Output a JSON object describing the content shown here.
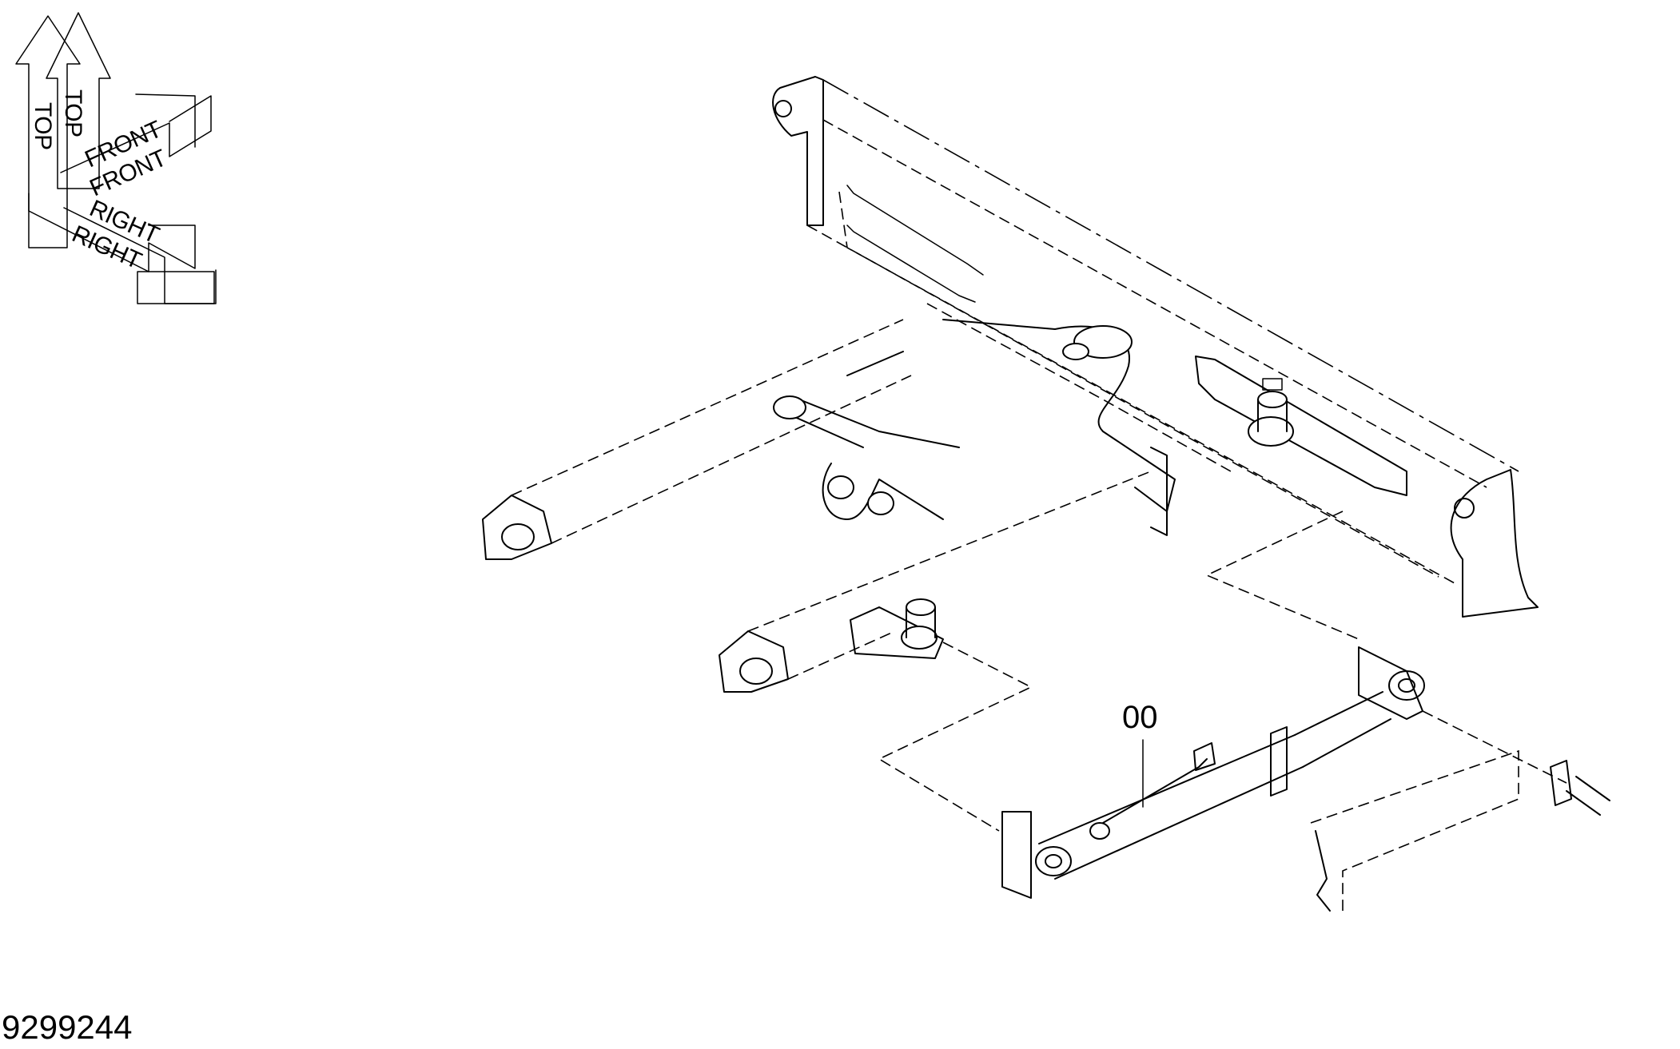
{
  "orientation": {
    "top_label": "TOP",
    "front_label": "FRONT",
    "right_label": "RIGHT"
  },
  "callouts": [
    {
      "id": "assembly",
      "text": "00"
    }
  ],
  "document_number": "9299244",
  "colors": {
    "ink": "#000000",
    "paper": "#ffffff"
  }
}
